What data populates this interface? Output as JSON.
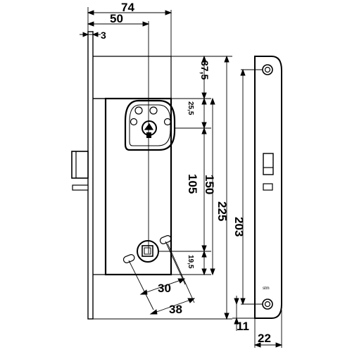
{
  "dimensions": {
    "overall_width": "74",
    "backset": "50",
    "faceplate_thickness": "3",
    "top_offset": "37,5",
    "cylinder_offset": "25,5",
    "follower_to_cylinder": "105",
    "body_height": "150",
    "faceplate_length": "225",
    "hole_spacing": "203",
    "bottom_offset": "19,5",
    "angle_dim_inner": "30",
    "angle_dim_outer": "38",
    "strike_bottom": "11",
    "strike_width": "22"
  },
  "strike_plate": {
    "mark": "stm"
  }
}
